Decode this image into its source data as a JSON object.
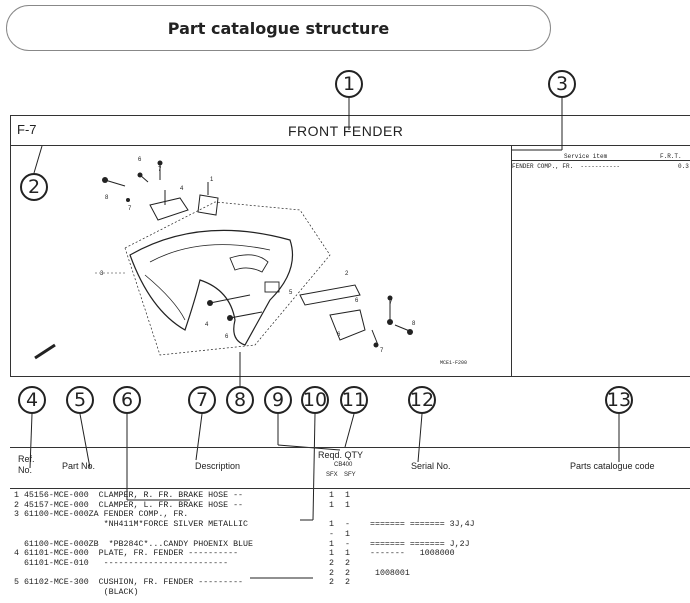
{
  "banner": {
    "title": "Part catalogue structure"
  },
  "callouts": [
    "1",
    "2",
    "3",
    "4",
    "5",
    "6",
    "7",
    "8",
    "9",
    "10",
    "11",
    "12",
    "13"
  ],
  "page": {
    "figure_no": "F-7",
    "title": "FRONT FENDER"
  },
  "service_panel": {
    "header_left": "Service item",
    "header_right": "F.R.T.",
    "row_text": "FENDER COMP., FR.  -----------",
    "row_value": "0.3"
  },
  "drawing": {
    "code": "MCE1-F200"
  },
  "table": {
    "headers": {
      "ref_line1": "Ref.",
      "ref_line2": "No.",
      "part_no": "Part No.",
      "description": "Description",
      "reqd_qty": "Reqd. QTY",
      "model": "CB400",
      "sfx": "SFX",
      "sfy": "SFY",
      "serial": "Serial  No.",
      "catalogue": "Parts  catalogue code"
    },
    "rows": [
      {
        "text": "1 45156-MCE-000  CLAMPER, R. FR. BRAKE HOSE --",
        "q1": "1",
        "q2": "1",
        "serial": ""
      },
      {
        "text": "2 45157-MCE-000  CLAMPER, L. FR. BRAKE HOSE --",
        "q1": "1",
        "q2": "1",
        "serial": ""
      },
      {
        "text": "3 61100-MCE-000ZA FENDER COMP., FR.",
        "q1": "",
        "q2": "",
        "serial": ""
      },
      {
        "text": "                  *NH411M*FORCE SILVER METALLIC",
        "q1": "1",
        "q2": "-",
        "serial": "======= ======= 3J,4J"
      },
      {
        "text": "",
        "q1": "-",
        "q2": "1",
        "serial": ""
      },
      {
        "text": "  61100-MCE-000ZB  *PB284C*...CANDY PHOENIX BLUE",
        "q1": "1",
        "q2": "-",
        "serial": "======= ======= J,2J"
      },
      {
        "text": "4 61101-MCE-000  PLATE, FR. FENDER ----------",
        "q1": "1",
        "q2": "1",
        "serial": "-------   1008000"
      },
      {
        "text": "  61101-MCE-010   -------------------------",
        "q1": "2",
        "q2": "2",
        "serial": ""
      },
      {
        "text": "",
        "q1": "2",
        "q2": "2",
        "serial": "1008001"
      },
      {
        "text": "5 61102-MCE-300  CUSHION, FR. FENDER ---------",
        "q1": "2",
        "q2": "2",
        "serial": ""
      },
      {
        "text": "                  (BLACK)",
        "q1": "",
        "q2": "",
        "serial": ""
      }
    ]
  }
}
